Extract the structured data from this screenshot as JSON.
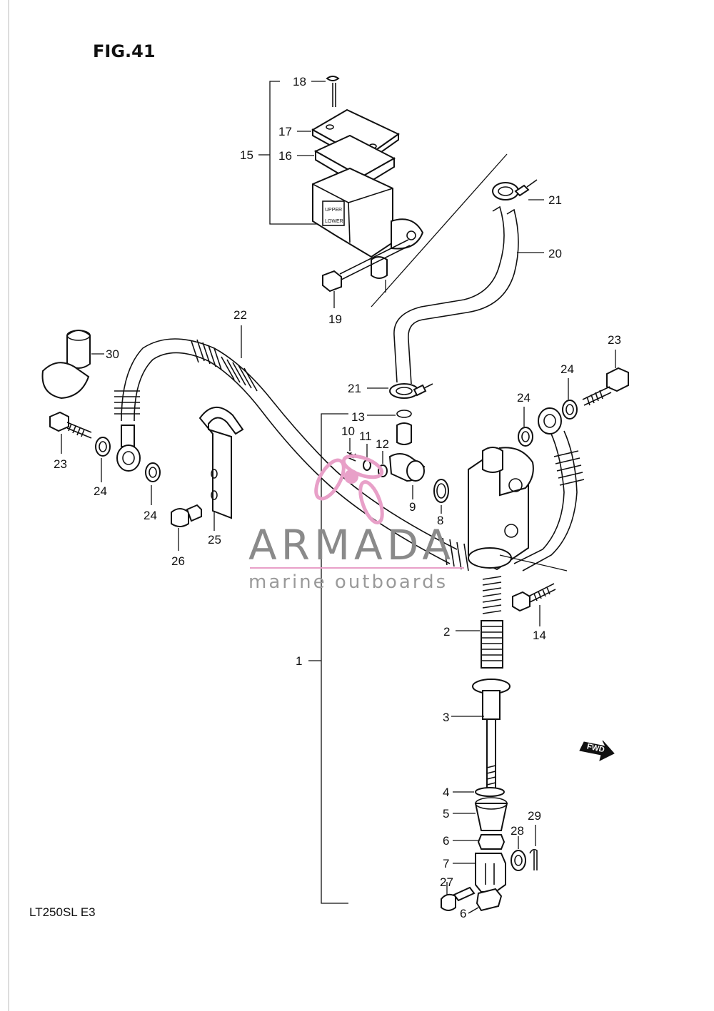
{
  "figure_title": "FIG.41",
  "model_code": "LT250SL  E3",
  "fwd_marker": "FWD",
  "watermark": {
    "brand": "ARMADA",
    "tagline": "marine outboards",
    "accent_color": "#e8a0c8",
    "text_color": "#8a8a8a"
  },
  "callouts": [
    "18",
    "17",
    "16",
    "15",
    "19",
    "21",
    "20",
    "22",
    "30",
    "23",
    "24",
    "24",
    "24",
    "21",
    "13",
    "10",
    "11",
    "12",
    "9",
    "8",
    "23",
    "24",
    "24",
    "26",
    "25",
    "14",
    "2",
    "1",
    "3",
    "4",
    "5",
    "6",
    "7",
    "28",
    "29",
    "27",
    "6"
  ]
}
